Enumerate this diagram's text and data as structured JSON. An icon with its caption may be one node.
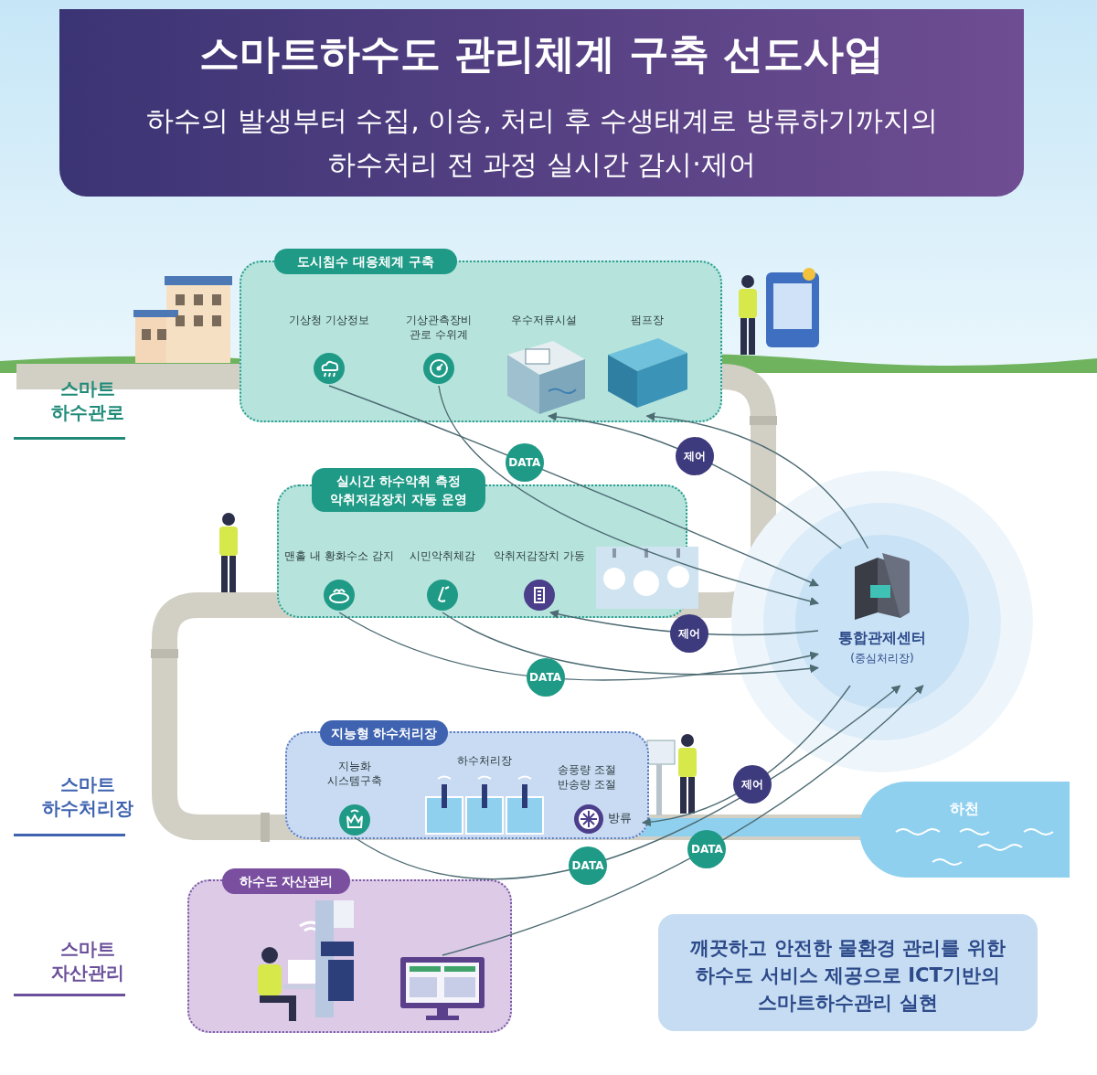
{
  "diagram": {
    "title": "스마트하수도 관리체계 구축 선도사업",
    "nodes": [
      {
        "text": [
          "도시침수 대응체계 구축"
        ]
      },
      {
        "text": [
          "기상청 기상정보"
        ],
        "in": 0
      },
      {
        "text": [
          "기상관측장비 관로 수위계"
        ],
        "in": 0
      },
      {
        "text": [
          "우수저류시설"
        ],
        "in": 0
      },
      {
        "text": [
          "펌프장"
        ],
        "in": 0
      },
      {
        "text": [
          "실시간 하수악취 측정 악취저감장치 자동 운영"
        ]
      },
      {
        "text": [
          "맨홀 내 황화수소 감지"
        ],
        "in": 5
      },
      {
        "text": [
          "시민악취체감"
        ],
        "in": 5
      },
      {
        "text": [
          "악취저감장치 가동"
        ],
        "in": 5
      },
      {
        "text": [
          "통합관제센터",
          "(중심처리장)"
        ]
      },
      {
        "text": [
          "지능형 하수처리장"
        ]
      },
      {
        "text": [
          "지능화 시스템구축"
        ],
        "in": 10
      },
      {
        "text": [
          "하수처리장"
        ],
        "in": 10
      },
      {
        "text": [
          "송풍량 조절 반송량 조절"
        ],
        "in": 10
      },
      {
        "text": [
          "방류"
        ],
        "in": 10
      },
      {
        "text": [
          "하천"
        ]
      },
      {
        "text": [
          "하수도 자산관리"
        ]
      },
      {
        "text": [],
        "shape": "picture",
        "in": 16
      },
      {
        "text": [
          "깨끗하고 안전한 물환경 관리를 위한 하수도 서비스 제공으로 ICT기반의 스마트하수관리 실현"
        ]
      }
    ],
    "edges": [
      {
        "from": 1,
        "to": 9,
        "arrow": "to",
        "label": "DATA"
      },
      {
        "from": 2,
        "to": 9,
        "arrow": "to"
      },
      {
        "from": 9,
        "to": 3,
        "arrow": "to",
        "label": "제어"
      },
      {
        "from": 9,
        "to": 4,
        "arrow": "to"
      },
      {
        "from": 9,
        "to": 8,
        "arrow": "to",
        "label": "제어"
      },
      {
        "from": 6,
        "to": 9,
        "arrow": "to",
        "label": "DATA"
      },
      {
        "from": 7,
        "to": 9,
        "arrow": "to"
      },
      {
        "from": 9,
        "to": 14,
        "arrow": "to",
        "label": "제어"
      },
      {
        "from": 11,
        "to": 9,
        "arrow": "to",
        "label": "DATA"
      },
      {
        "from": 17,
        "to": 9,
        "arrow": "to",
        "label": "DATA"
      }
    ],
    "labels": [
      "하수의 발생부터 수집, 이송, 처리 후 수생태계로 방류하기까지의 하수처리 전 과정 실시간 감시·제어",
      "스마트 하수관로",
      "스마트 하수처리장",
      "스마트 자산관리"
    ]
  }
}
